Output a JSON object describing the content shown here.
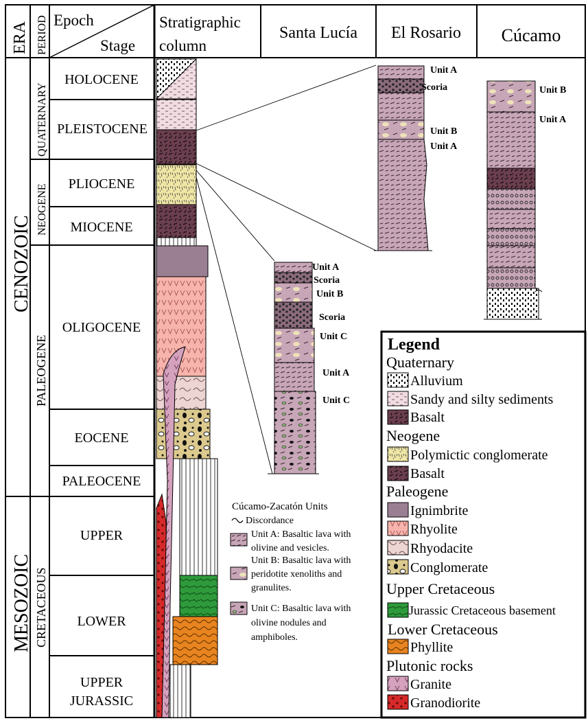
{
  "header": {
    "era": "ERA",
    "period": "PERIOD",
    "epoch": "Epoch",
    "stage": "Stage",
    "strat1": "Stratigraphic",
    "strat2": "column",
    "santa_lucia": "Santa Lucía",
    "el_rosario": "El Rosario",
    "cucamo": "Cúcamo"
  },
  "eras": {
    "cenozoic": "CENOZOIC",
    "mesozoic": "MESOZOIC"
  },
  "periods": {
    "quaternary": "QUATERNARY",
    "neogene": "NEOGENE",
    "paleogene": "PALEOGENE",
    "cretaceous": "CRETACEOUS"
  },
  "epochs": {
    "holocene": "HOLOCENE",
    "pleistocene": "PLEISTOCENE",
    "pliocene": "PLIOCENE",
    "miocene": "MIOCENE",
    "oligocene": "OLIGOCENE",
    "eocene": "EOCENE",
    "paleocene": "PALEOCENE",
    "upper": "UPPER",
    "lower": "LOWER",
    "upper_jurassic_1": "UPPER",
    "upper_jurassic_2": "JURASSIC"
  },
  "rosario_labels": {
    "unit_a_top": "Unit A",
    "scoria": "Scoria",
    "unit_b": "Unit B",
    "unit_a_bottom": "Unit A"
  },
  "cucamo_labels": {
    "unit_b": "Unit B",
    "unit_a": "Unit A"
  },
  "santa_lucia_labels": {
    "unit_a_1": "Unit A",
    "scoria_1": "Scoria",
    "unit_b": "Unit B",
    "scoria_2": "Scoria",
    "unit_c_1": "Unit C",
    "unit_a_2": "Unit A",
    "unit_c_2": "Unit C"
  },
  "units_key": {
    "title": "Cúcamo-Zacatón Units",
    "discordance": "Discordance",
    "unit_a_1": "Unit A: Basaltic lava with",
    "unit_a_2": "olivine and vesicles.",
    "unit_b_1": "Unit B: Basaltic lava with",
    "unit_b_2": "peridotite xenoliths and",
    "unit_b_3": "granulites.",
    "unit_c_1": "Unit C: Basaltic lava with",
    "unit_c_2": "olivine nodules and",
    "unit_c_3": "amphiboles."
  },
  "legend": {
    "title": "Legend",
    "g_quaternary": "Quaternary",
    "alluvium": "Alluvium",
    "sandy": "Sandy and silty sediments",
    "basalt_q": "Basalt",
    "g_neogene": "Neogene",
    "polymictic": "Polymictic conglomerate",
    "basalt_n": "Basalt",
    "g_paleogene": "Paleogene",
    "ignimbrite": "Ignimbrite",
    "rhyolite": "Rhyolite",
    "rhyodacite": "Rhyodacite",
    "conglomerate": "Conglomerate",
    "g_upper_cret": "Upper Cretaceous",
    "basement": "Jurassic Cretaceous basement",
    "g_lower_cret": "Lower Cretaceous",
    "phyllite": "Phyllite",
    "g_plutonic": "Plutonic rocks",
    "granite": "Granite",
    "granodiorite": "Granodiorite"
  },
  "colors": {
    "basalt": "#6b3f4f",
    "lava_unit": "#c7a6b7",
    "sandy": "#f0dde2",
    "polymictic": "#efe6a5",
    "ignimbrite": "#9a7f93",
    "rhyolite": "#f6b4ac",
    "rhyodacite": "#ecd5d3",
    "conglomerate": "#dcc98d",
    "basement": "#2f9a3b",
    "phyllite": "#e8841f",
    "granite": "#d5a2be",
    "granodiorite": "#d62a2a"
  }
}
